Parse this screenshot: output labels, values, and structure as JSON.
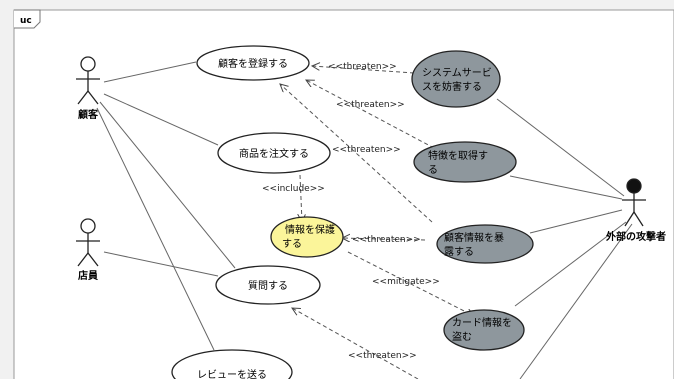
{
  "frame": {
    "tag": "uc"
  },
  "actors": {
    "customer": "顧客",
    "staff": "店員",
    "attacker": "外部の攻撃者"
  },
  "use_cases": {
    "register": "顧客を登録する",
    "order": "商品を注文する",
    "protect_line1": "情報を保護",
    "protect_line2": "する",
    "ask": "質問する",
    "review": "レビューを送る",
    "disrupt_line1": "システムサービ",
    "disrupt_line2": "スを妨害する",
    "steal_line1": "特徴を取得す",
    "steal_line2": "る",
    "expose_line1": "顧客情報を暴",
    "expose_line2": "露する",
    "card_line1": "カード情報を",
    "card_line2": "盗む"
  },
  "relations": {
    "threaten": "<<threaten>>",
    "include": "<<include>>",
    "mitigate": "<<mitigate>>"
  },
  "colors": {
    "normal_fill": "#ffffff",
    "misuse_fill": "#8e979d",
    "security_fill": "#fbf59a",
    "line": "#555555"
  }
}
